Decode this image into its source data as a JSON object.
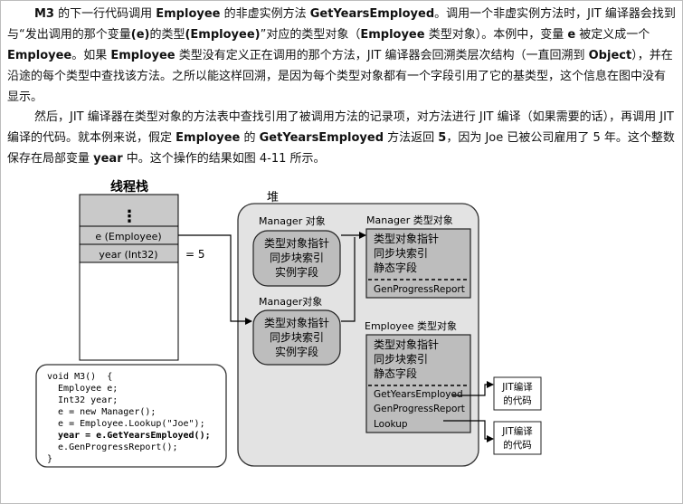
{
  "paragraph1": {
    "a": "M3",
    "b": " 的下一行代码调用 ",
    "c": "Employee",
    "d": " 的非虚实例方法 ",
    "e": "GetYearsEmployed",
    "f": "。调用一个非虚实例方法时，JIT 编译器会找到与“发出调用的那个变量",
    "g": "(e)",
    "h": "的类型",
    "i": "(Employee)",
    "j": "”对应的类型对象（",
    "k": "Employee",
    "l": " 类型对象）。本例中，变量 ",
    "m": "e",
    "n": " 被定义成一个 ",
    "o": "Employee",
    "p": "。如果 ",
    "q": "Employee",
    "r": " 类型没有定义正在调用的那个方法，JIT 编译器会回溯类层次结构（一直回溯到 ",
    "s": "Object",
    "t": "），并在沿途的每个类型中查找该方法。之所以能这样回溯，是因为每个类型对象都有一个字段引用了它的基类型，这个信息在图中没有显示。"
  },
  "paragraph2": {
    "a": "然后，JIT 编译器在类型对象的方法表中查找引用了被调用方法的记录项，对方法进行 JIT 编译（如果需要的话），再调用 JIT 编译的代码。就本例来说，假定 ",
    "b": "Employee",
    "c": " 的 ",
    "d": "GetYearsEmployed",
    "e": " 方法返回 ",
    "f": "5",
    "g": "，因为 Joe 已被公司雇用了 5 年。这个整数保存在局部变量 ",
    "h": "year",
    "i": " 中。这个操作的结果如图 4-11 所示。"
  },
  "diagram": {
    "stack_title": "线程栈",
    "stack_dots": "⋮",
    "stack_e": "e (Employee)",
    "stack_year": "year (Int32)",
    "year_value": "= 5",
    "heap_title": "堆",
    "manager_obj1_title": "Manager 对象",
    "manager_obj2_title": "Manager对象",
    "manager_obj1_fields": [
      "类型对象指针",
      "同步块索引",
      "实例字段"
    ],
    "manager_obj2_fields": [
      "类型对象指针",
      "同步块索引",
      "实例字段"
    ],
    "manager_type_title": "Manager 类型对象",
    "manager_type_fields": [
      "类型对象指针",
      "同步块索引",
      "静态字段"
    ],
    "manager_type_method": "GenProgressReport",
    "employee_type_title": "Employee 类型对象",
    "employee_type_fields": [
      "类型对象指针",
      "同步块索引",
      "静态字段"
    ],
    "employee_type_methods": [
      "GetYearsEmployed",
      "GenProgressReport",
      "Lookup"
    ],
    "jit_box1": [
      "JIT编译",
      "的代码"
    ],
    "jit_box2": [
      "JIT编译",
      "的代码"
    ],
    "code_lines": [
      "void M3()  {",
      "  Employee e;",
      "  Int32 year;",
      "  e = new Manager();",
      "  e = Employee.Lookup(\"Joe\");",
      "  year = e.GetYearsEmployed();",
      "  e.GenProgressReport();",
      "}"
    ]
  },
  "colors": {
    "heap_bg": "#e3e3e3",
    "box_gray": "#bdbdbd",
    "stack_fill": "#c9c9c9"
  }
}
